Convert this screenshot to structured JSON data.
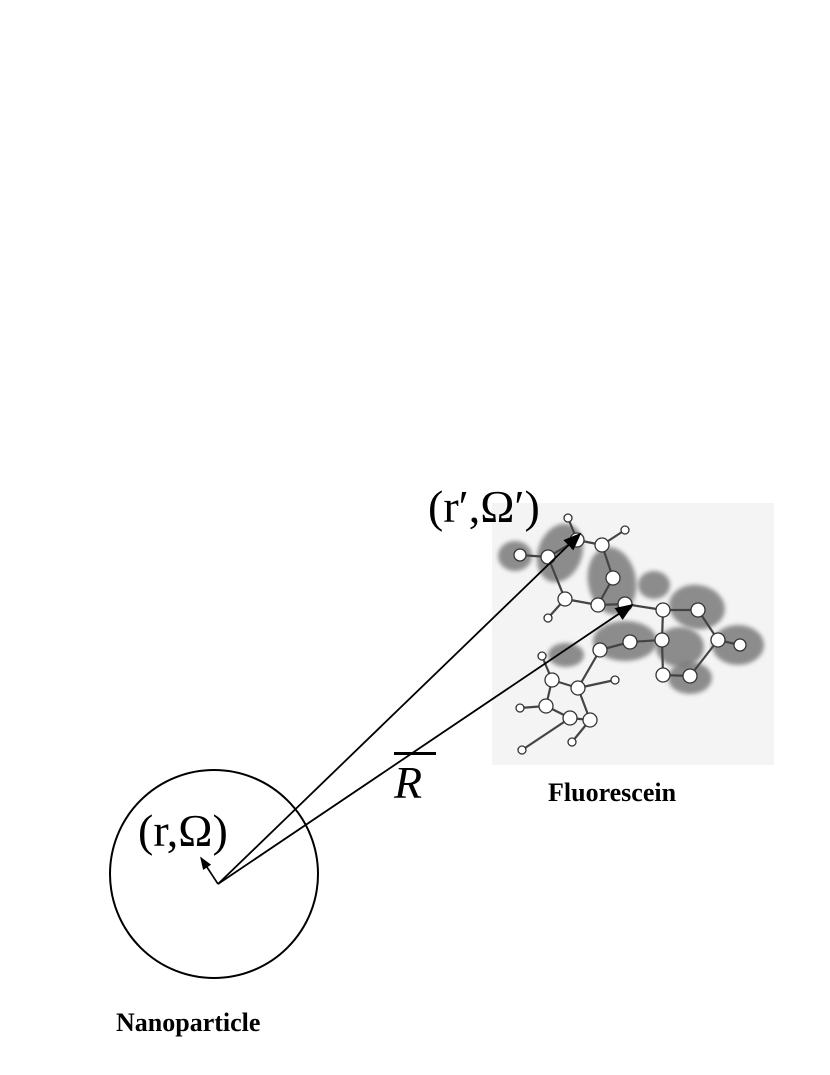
{
  "labels": {
    "nanoparticle": "Nanoparticle",
    "fluorescein": "Fluorescein",
    "inner_coord": "(r,Ω)",
    "outer_coord": "(r′,Ω′)",
    "distance_vector": "R"
  },
  "colors": {
    "stroke": "#000000",
    "lobe": "#6f6f6f",
    "atom_fill": "#ffffff",
    "hydrogen_fill": "#ffffff"
  },
  "molecule_atoms": 30,
  "molecule_bonds": 32,
  "lobes_icon": "molecular-orbital-lobes"
}
